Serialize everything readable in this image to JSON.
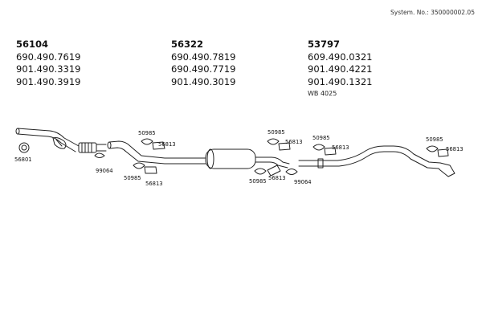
{
  "header": {
    "system_number": "System. No.: 350000002.05"
  },
  "groups": [
    {
      "title": "56104",
      "lines": [
        "690.490.7619",
        "901.490.3319",
        "901.490.3919"
      ]
    },
    {
      "title": "56322",
      "lines": [
        "690.490.7819",
        "690.490.7719",
        "901.490.3019"
      ]
    },
    {
      "title": "53797",
      "lines": [
        "609.490.0321",
        "901.490.4221",
        "901.490.1321"
      ],
      "note": "WB 4025"
    }
  ],
  "parts": {
    "p56801": "56801",
    "p99064a": "99064",
    "p50985a": "50985",
    "p56813a": "56813",
    "p50985b": "50985",
    "p56813b": "56813",
    "p50985c": "50985",
    "p56813c": "56813",
    "p50985d": "50985",
    "p56813d": "56813",
    "p99064b": "99064",
    "p50985e": "50985",
    "p56813e": "56813",
    "p50985f": "50985",
    "p56813f": "56813"
  }
}
